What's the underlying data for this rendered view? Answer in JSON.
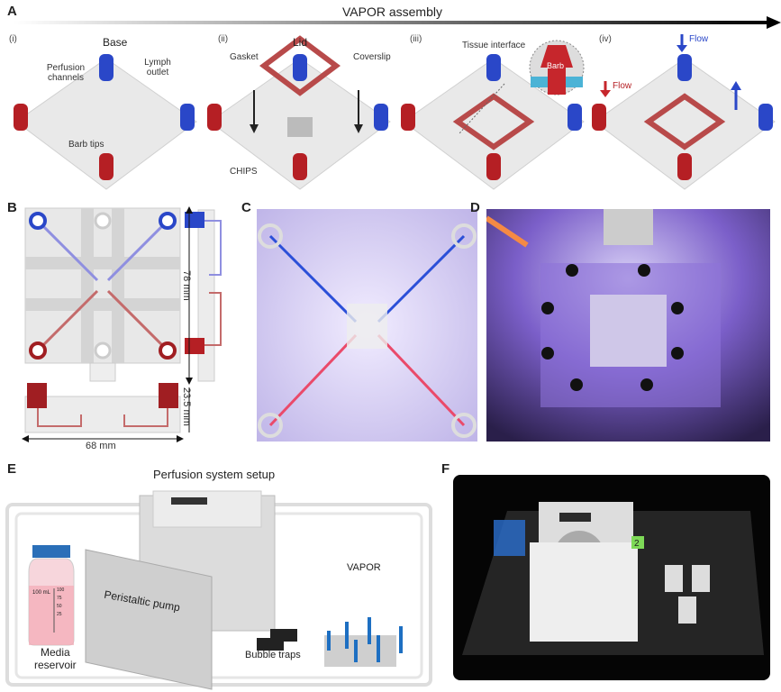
{
  "panelA": {
    "letter": "A",
    "title": "VAPOR assembly",
    "steps": [
      {
        "num": "(i)",
        "heading": "Base",
        "labels": [
          "Perfusion channels",
          "Lymph outlet",
          "Barb tips"
        ]
      },
      {
        "num": "(ii)",
        "heading": "Lid",
        "labels": [
          "Gasket",
          "Coverslip",
          "CHIPS"
        ]
      },
      {
        "num": "(iii)",
        "heading": "",
        "labels": [
          "Tissue interface",
          "Barb"
        ]
      },
      {
        "num": "(iv)",
        "heading": "",
        "labels": [
          "Flow",
          "Flow"
        ]
      }
    ]
  },
  "panelB": {
    "letter": "B",
    "height": "78 mm",
    "base_height": "23.5 mm",
    "width": "68 mm"
  },
  "panelC": {
    "letter": "C"
  },
  "panelD": {
    "letter": "D"
  },
  "panelE": {
    "letter": "E",
    "title": "Perfusion system setup",
    "pump": "Peristaltic pump",
    "reservoir_line1": "Media",
    "reservoir_line2": "reservoir",
    "volume": "100 mL",
    "ticks": [
      "100",
      "75",
      "50",
      "25"
    ],
    "traps": "Bubble traps",
    "device": "VAPOR"
  },
  "panelF": {
    "letter": "F",
    "tag": "2"
  },
  "colors": {
    "red": "#b51f24",
    "blue": "#2a47c8",
    "gasket": "#b84a4a"
  }
}
